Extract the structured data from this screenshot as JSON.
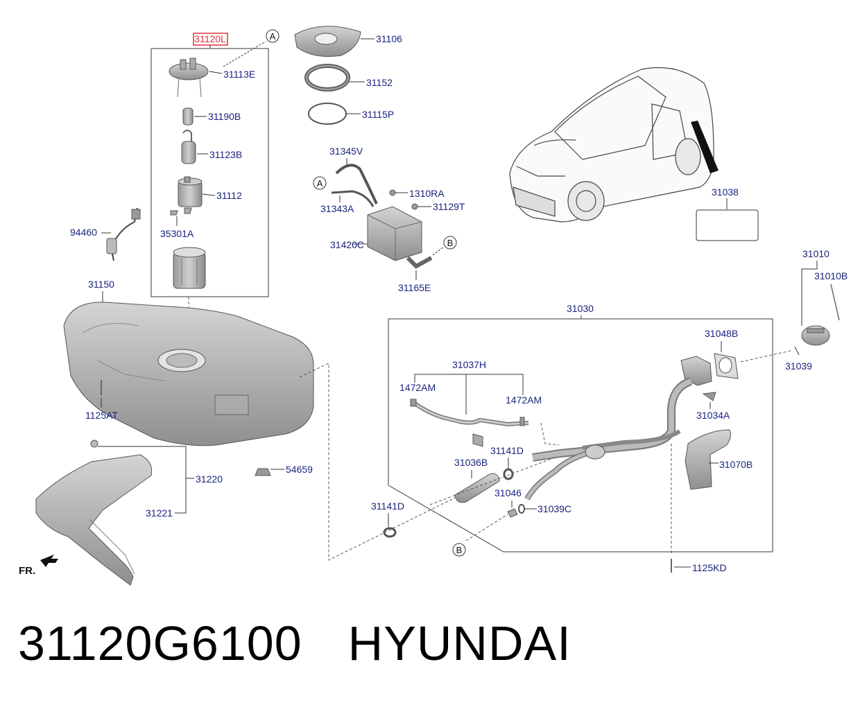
{
  "diagram": {
    "highlighted_part": "31120L",
    "parts": {
      "p31106": "31106",
      "p31152": "31152",
      "p31115P": "31115P",
      "p31113E": "31113E",
      "p31190B": "31190B",
      "p31123B": "31123B",
      "p31112": "31112",
      "p35301A": "35301A",
      "p94460": "94460",
      "p31345V": "31345V",
      "p1310RA": "1310RA",
      "p31343A": "31343A",
      "p31129T": "31129T",
      "p31420C": "31420C",
      "p31165E": "31165E",
      "p31038": "31038",
      "p31010": "31010",
      "p31010B": "31010B",
      "p31150": "31150",
      "p31030": "31030",
      "p31048B": "31048B",
      "p31039": "31039",
      "p31037H": "31037H",
      "p1472AM_l": "1472AM",
      "p1472AM_r": "1472AM",
      "p31034A": "31034A",
      "p31141D_t": "31141D",
      "p31036B": "31036B",
      "p31070B": "31070B",
      "p1125AT": "1125AT",
      "p54659": "54659",
      "p31220": "31220",
      "p31221": "31221",
      "p31046": "31046",
      "p31039C": "31039C",
      "p31141D_b": "31141D",
      "p1125KD": "1125KD"
    },
    "callouts": {
      "a1": "A",
      "a2": "A",
      "b1": "B",
      "b2": "B"
    },
    "direction_label": "FR."
  },
  "caption": {
    "part_number": "31120G6100",
    "brand": "HYUNDAI"
  },
  "colors": {
    "label": "#1a237e",
    "highlight": "#e0303a",
    "part_fill": "#b8b8b8",
    "line": "#333333"
  }
}
